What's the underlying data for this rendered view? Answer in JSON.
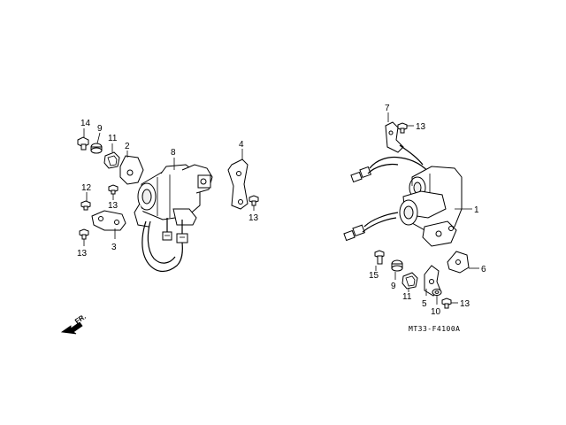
{
  "left_callouts": {
    "c14": "14",
    "c9": "9",
    "c11": "11",
    "c2": "2",
    "c8": "8",
    "c4": "4",
    "c12": "12",
    "c13a": "13",
    "c13b": "13",
    "c13c": "13",
    "c3": "3"
  },
  "right_callouts": {
    "c7": "7",
    "c13d": "13",
    "c1": "1",
    "c15": "15",
    "c9b": "9",
    "c11b": "11",
    "c5": "5",
    "c10": "10",
    "c13e": "13",
    "c6": "6"
  },
  "diagram_code": "MT33-F4100A",
  "direction_label": "FR."
}
